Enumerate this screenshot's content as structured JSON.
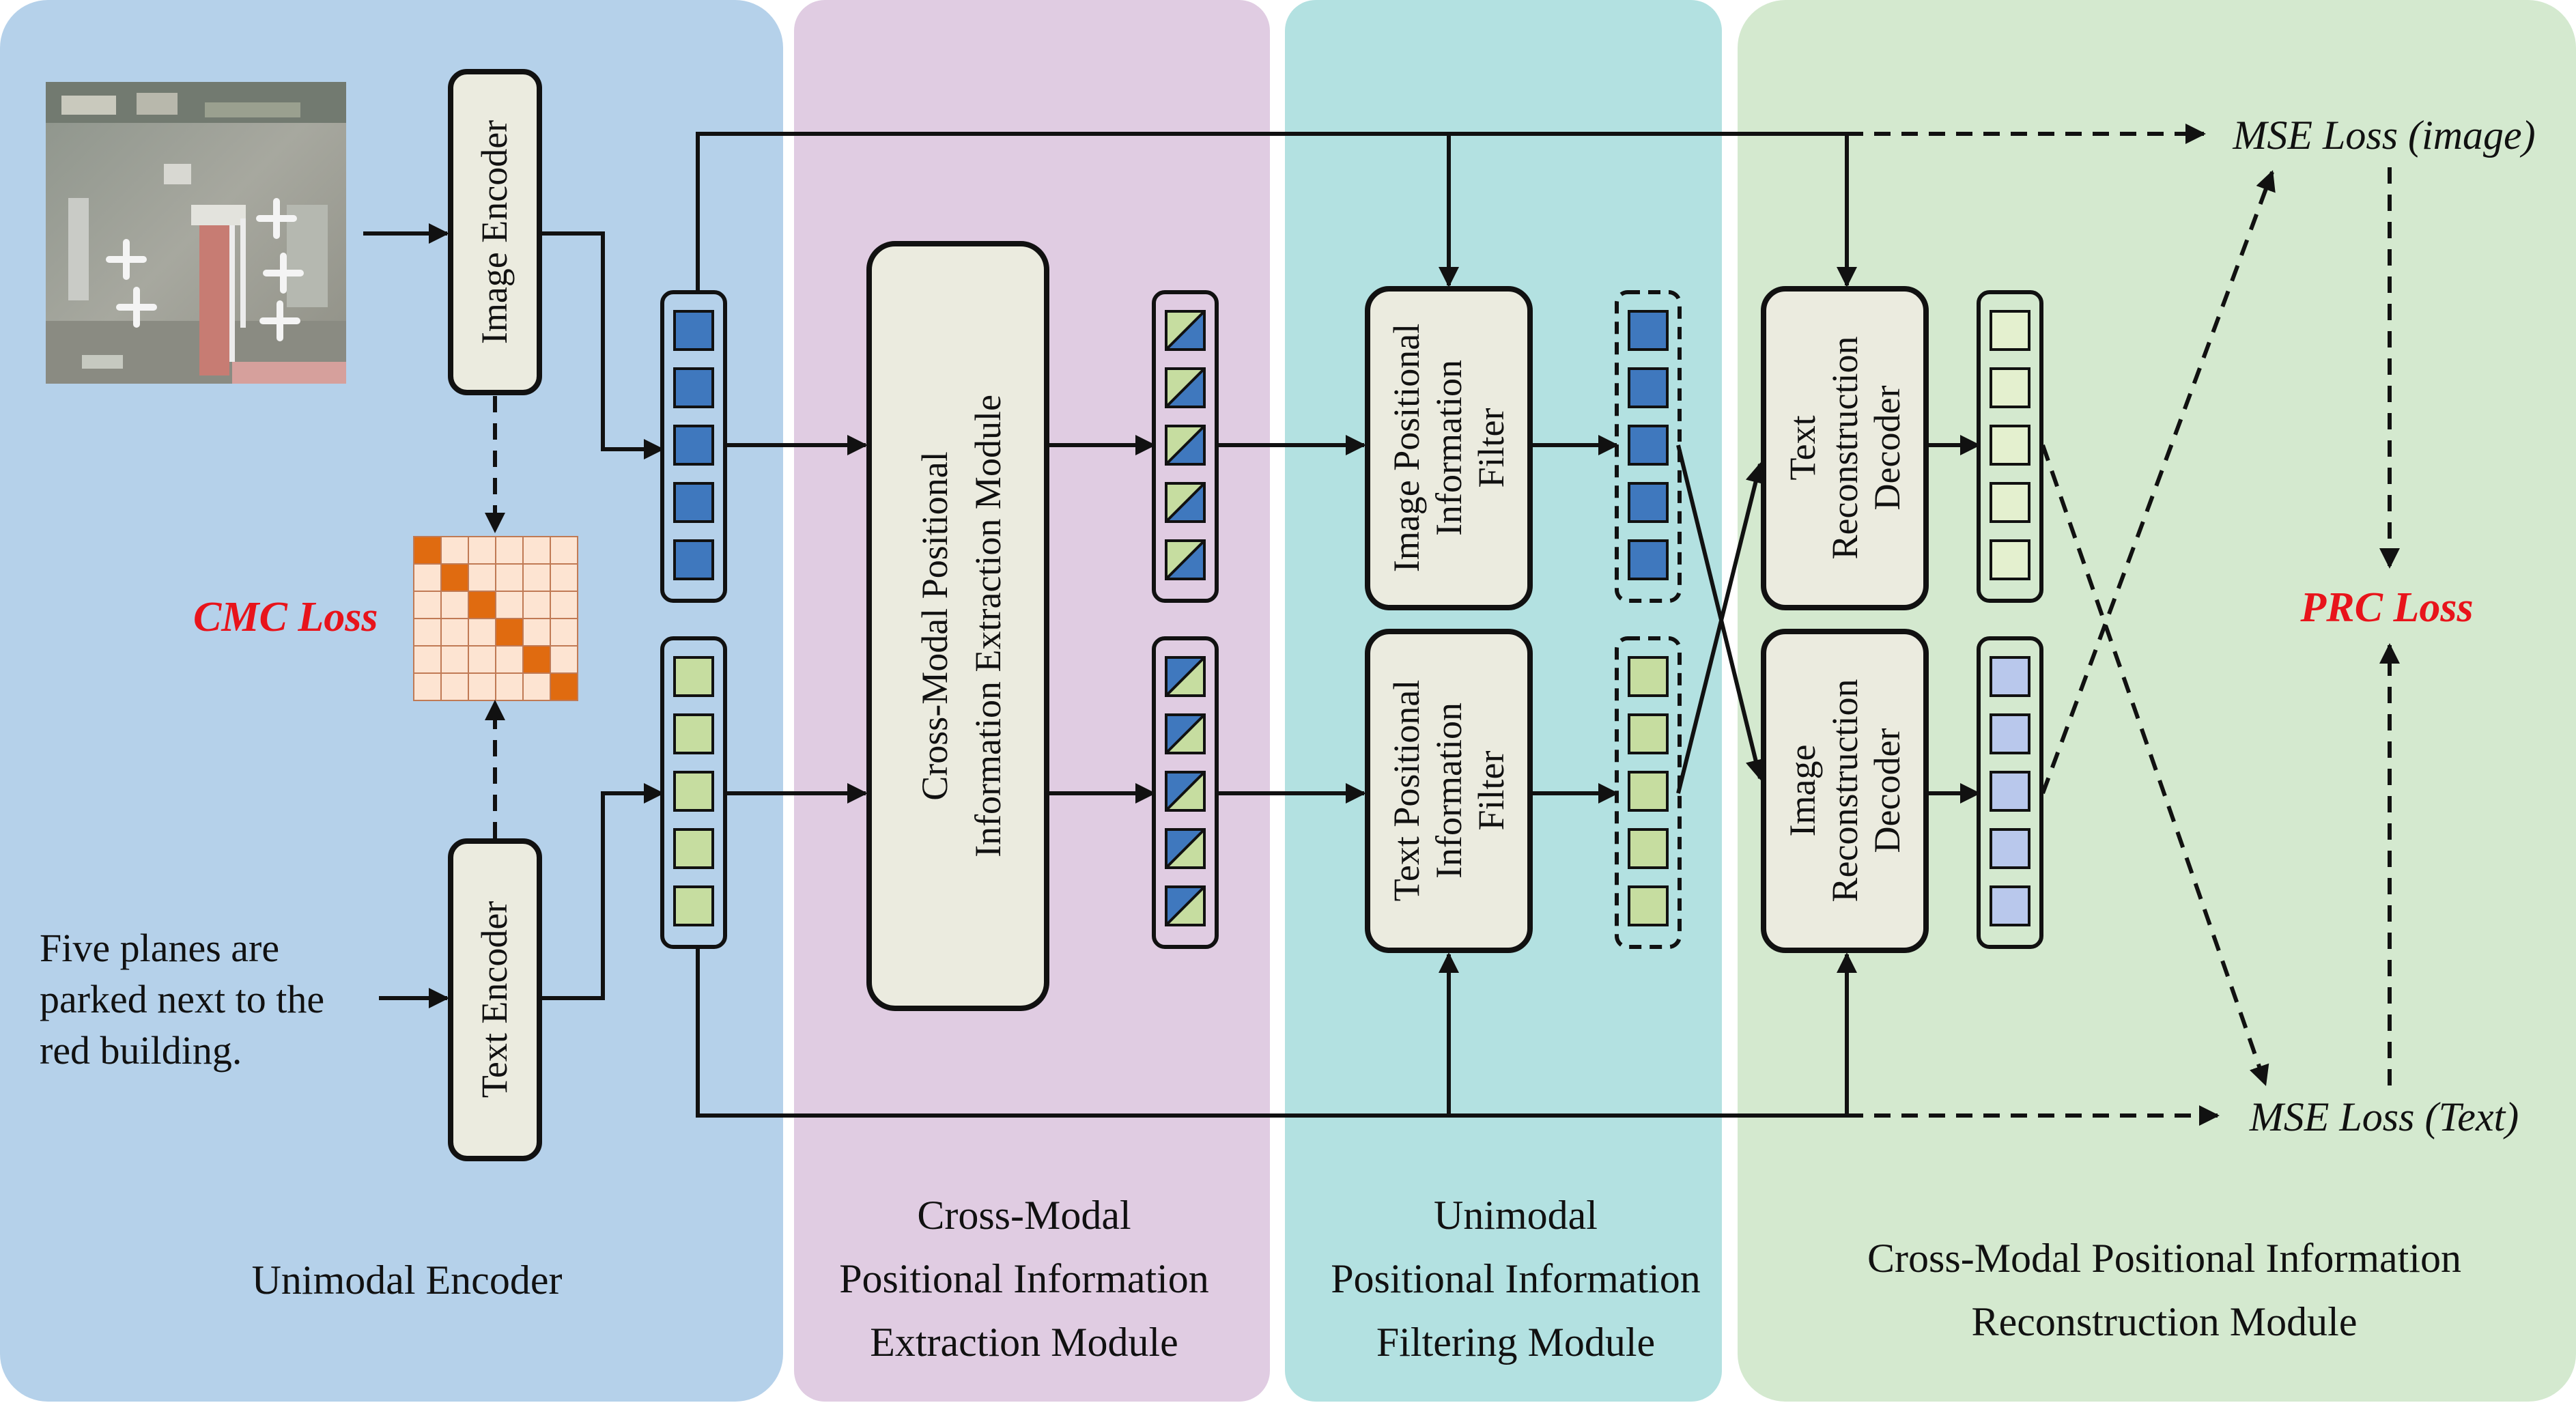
{
  "panels": [
    {
      "title_lines": [
        "Unimodal Encoder"
      ],
      "color": "#b5d1ea"
    },
    {
      "title_lines": [
        "Cross-Modal",
        "Positional Information",
        "Extraction Module"
      ],
      "color": "#e0cce2"
    },
    {
      "title_lines": [
        "Unimodal",
        "Positional Information",
        "Filtering Module"
      ],
      "color": "#b3e1e1"
    },
    {
      "title_lines": [
        "Cross-Modal Positional Information",
        "Reconstruction Module"
      ],
      "color": "#d4e9cf"
    }
  ],
  "encoders": {
    "image": "Image  Encoder",
    "text": "Text Encoder"
  },
  "input_text_lines": [
    "Five planes are",
    "parked next to the",
    "red building."
  ],
  "extraction_module_lines": [
    "Cross-Modal Positional",
    "Information Extraction Module"
  ],
  "filters": {
    "image_lines": [
      "Image Positional",
      "Information",
      "Filter"
    ],
    "text_lines": [
      "Text Positional",
      "Information",
      "Filter"
    ]
  },
  "decoders": {
    "text_lines": [
      "Text",
      "Reconstruction",
      "Decoder"
    ],
    "image_lines": [
      "Image",
      "Reconstruction",
      "Decoder"
    ]
  },
  "losses": {
    "cmc": "CMC Loss",
    "prc": "PRC Loss",
    "mse_image": "MSE Loss (image)",
    "mse_text": "MSE Loss (Text)"
  },
  "colors": {
    "image_token": "#3f78be",
    "text_token": "#c6dda0",
    "recon_text_token": "#e4f0cf",
    "recon_image_token": "#b9c8ec",
    "matrix_diag": "#e06b10",
    "matrix_cell": "#fde4d2",
    "box_fill": "#ebebdf",
    "loss_red": "#e8141b"
  }
}
